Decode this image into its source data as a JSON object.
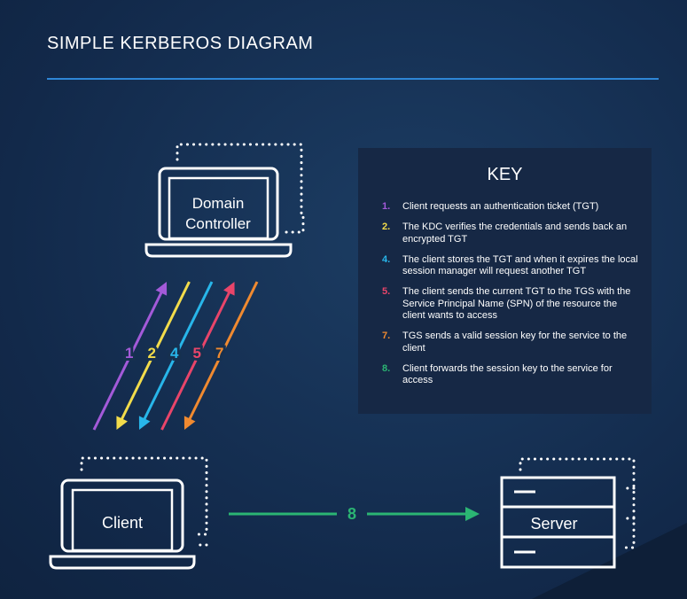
{
  "title": "SIMPLE KERBEROS DIAGRAM",
  "key": {
    "title": "KEY",
    "items": [
      {
        "num": "1.",
        "text": "Client requests an authentication ticket (TGT)",
        "color": "#a35ad9"
      },
      {
        "num": "2.",
        "text": "The KDC verifies the credentials and sends back an encrypted TGT",
        "color": "#f2dc4b"
      },
      {
        "num": "4.",
        "text": "The client stores the TGT and when it expires the local session manager will request another TGT",
        "color": "#28b6ea"
      },
      {
        "num": "5.",
        "text": "The client sends the current TGT to the TGS with the Service Principal Name (SPN) of the resource the client wants to access",
        "color": "#e8456a"
      },
      {
        "num": "7.",
        "text": "TGS sends a valid session key for the service to the client",
        "color": "#f08a30"
      },
      {
        "num": "8.",
        "text": "Client forwards the session key to the service for access",
        "color": "#2bb573"
      }
    ]
  },
  "nodes": {
    "domain_controller": {
      "line1": "Domain",
      "line2": "Controller"
    },
    "client": {
      "label": "Client"
    },
    "server": {
      "label": "Server"
    }
  },
  "arrows": [
    {
      "label": "1",
      "direction": "up",
      "color": "#a35ad9"
    },
    {
      "label": "2",
      "direction": "down",
      "color": "#f2dc4b"
    },
    {
      "label": "4",
      "direction": "down",
      "color": "#28b6ea"
    },
    {
      "label": "5",
      "direction": "up",
      "color": "#e8456a"
    },
    {
      "label": "7",
      "direction": "down",
      "color": "#f08a30"
    }
  ],
  "link": {
    "label": "8",
    "color": "#2bb573"
  }
}
